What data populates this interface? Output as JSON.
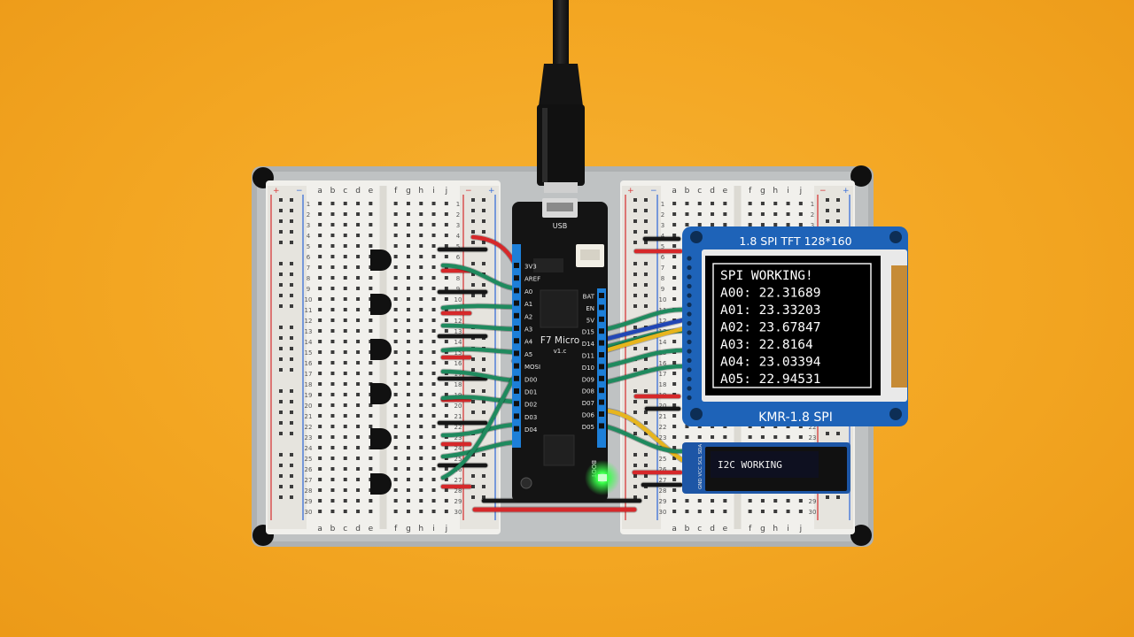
{
  "colors": {
    "background": "#f3a622",
    "tray": "#b9bcbd",
    "breadboard": "#f1f0ec",
    "mcu_board": "#141414",
    "pcb_blue": "#1e63b8",
    "wire_red": "#d6282a",
    "wire_green": "#1f8a5e",
    "wire_black": "#161616",
    "wire_blue": "#2146b5",
    "wire_yellow": "#e7b51d",
    "led_green": "#39ff4a"
  },
  "breadboard": {
    "column_letters": [
      "a",
      "b",
      "c",
      "d",
      "e",
      "f",
      "g",
      "h",
      "i",
      "j"
    ],
    "row_numbers": [
      "1",
      "2",
      "3",
      "4",
      "5",
      "6",
      "7",
      "8",
      "9",
      "10",
      "11",
      "12",
      "13",
      "14",
      "15",
      "16",
      "17",
      "18",
      "19",
      "20",
      "21",
      "22",
      "23",
      "24",
      "25",
      "26",
      "27",
      "28",
      "29",
      "30"
    ],
    "plus": "+",
    "minus": "−"
  },
  "mcu": {
    "model": "F7 Micro",
    "version": "v1.c",
    "usb": "USB",
    "left_pins": [
      "3V3",
      "AREF",
      "A0",
      "A1",
      "A2",
      "A3",
      "A4",
      "A5",
      "MOSI",
      "D00",
      "D01",
      "D02",
      "D03",
      "D04"
    ],
    "right_pins": [
      "BAT",
      "EN",
      "5V",
      "D15",
      "D14",
      "D11",
      "D10",
      "D09",
      "D08",
      "D07",
      "D06",
      "D05"
    ],
    "boot": "BOOT"
  },
  "tft": {
    "header": "1.8 SPI TFT  128*160",
    "footer": "KMR-1.8 SPI",
    "lines": [
      "SPI WORKING!",
      "A00:  22.31689",
      "A01:  23.33203",
      "A02:  23.67847",
      "A03:  22.8164",
      "A04:  23.03394",
      "A05:  22.94531"
    ]
  },
  "oled": {
    "text": "I2C WORKING",
    "pins": "GND VCC SCL SDA"
  }
}
